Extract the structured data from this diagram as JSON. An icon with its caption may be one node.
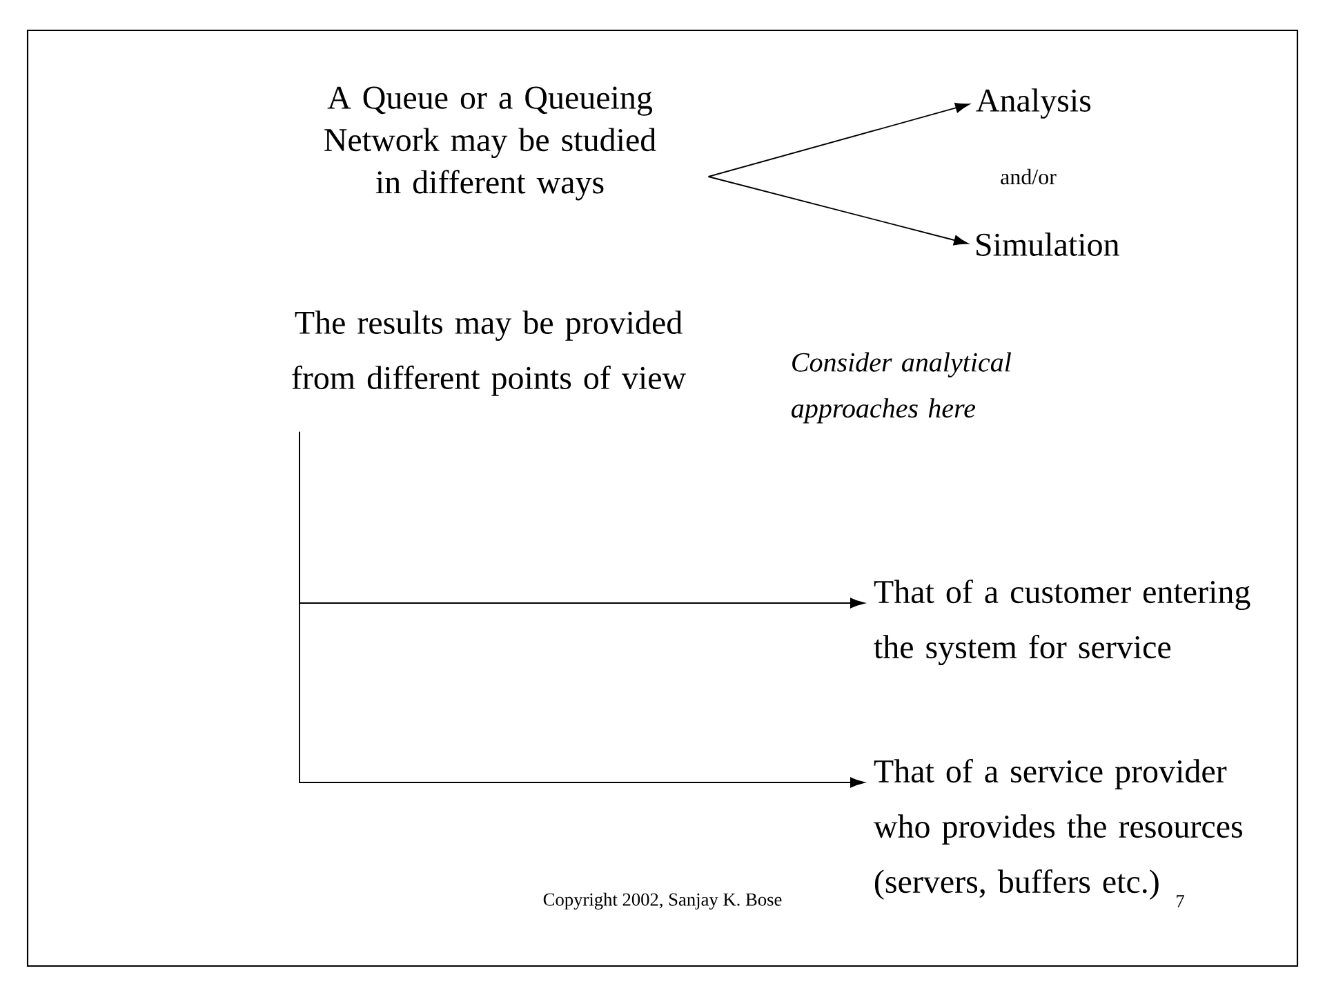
{
  "diagram": {
    "nodes": [
      {
        "text": [
          "A Queue or a Queueing Network may be studied in different ways"
        ]
      },
      {
        "text": [
          "Analysis"
        ]
      },
      {
        "text": [
          "Simulation"
        ]
      },
      {
        "text": [
          "The results may be provided from different points of view"
        ]
      },
      {
        "text": [
          "That of a customer entering the system for service"
        ]
      },
      {
        "text": [
          "That of a service provider who provides the resources (servers, buffers etc.)"
        ]
      }
    ],
    "edges": [
      {
        "from": 0,
        "to": 1,
        "arrow": "to"
      },
      {
        "from": 0,
        "to": 2,
        "arrow": "to"
      },
      {
        "from": 3,
        "to": 4,
        "arrow": "to"
      },
      {
        "from": 3,
        "to": 5,
        "arrow": "to"
      }
    ],
    "labels": [
      "and/or",
      "Consider analytical approaches here",
      "Copyright 2002, Sanjay K. Bose",
      "7"
    ]
  }
}
